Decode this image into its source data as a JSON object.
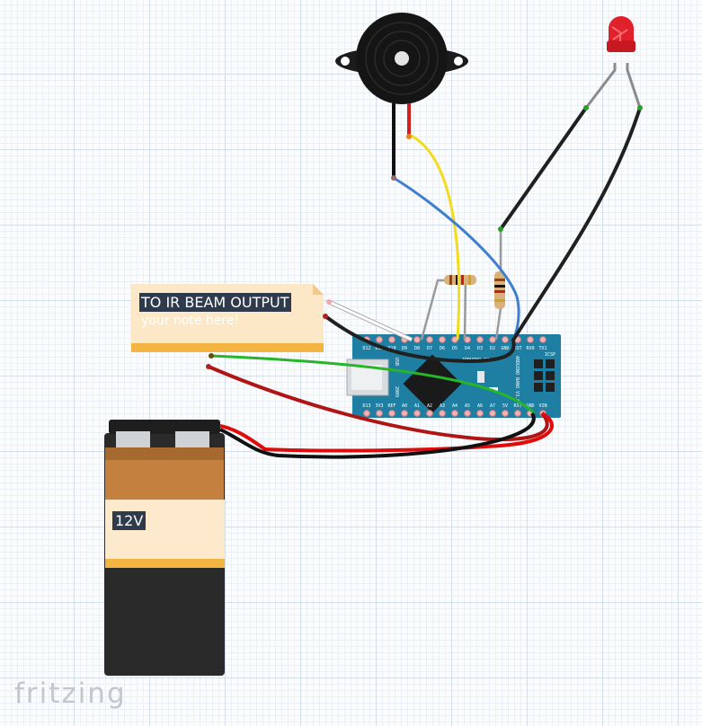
{
  "note_ir": {
    "text": "TO IR BEAM OUTPUT",
    "placeholder": "your note here!"
  },
  "battery": {
    "label": "12V"
  },
  "logo": {
    "text": "fritzing"
  },
  "arduino": {
    "top_pins": [
      "D12",
      "D11",
      "D10",
      "D9",
      "D8",
      "D7",
      "D6",
      "D5",
      "D4",
      "D3",
      "D2",
      "GND",
      "RST",
      "RX0",
      "TX1"
    ],
    "bottom_pins": [
      "D13",
      "3V3",
      "REF",
      "A0",
      "A1",
      "A2",
      "A3",
      "A4",
      "A5",
      "A6",
      "A7",
      "5V",
      "RST",
      "GND",
      "VIN"
    ],
    "brand": "ARDUINO.CC",
    "model": "ARDUINO NANO V3.0",
    "year": "2009",
    "usb": "USB",
    "icsp": "ICSP"
  },
  "colors": {
    "board": "#1f7fa3",
    "wire_black": "#202020",
    "wire_red": "#d40c0c",
    "wire_dark_red": "#b01515",
    "wire_yellow": "#f2dc1e",
    "wire_blue": "#3f7fd0",
    "wire_green": "#27b52a",
    "led": "#e0202a",
    "note_bg": "#fce7c6",
    "note_bar": "#f4b441",
    "battery_copper": "#c3803f",
    "battery_black": "#2a2a2a"
  }
}
